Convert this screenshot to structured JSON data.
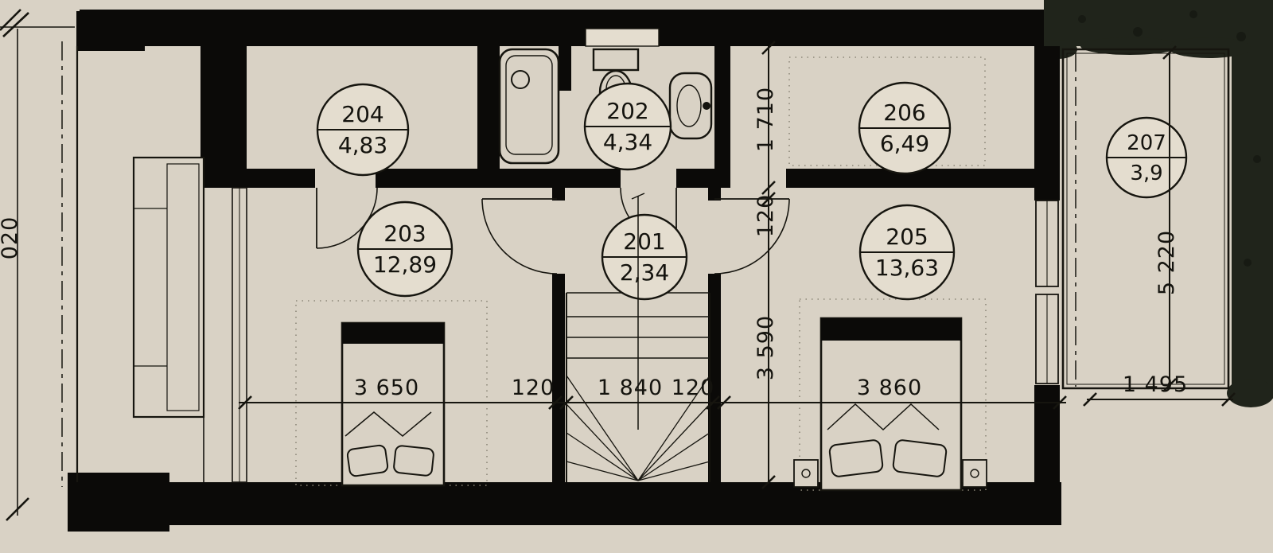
{
  "rooms": [
    {
      "number": "204",
      "area": "4,83"
    },
    {
      "number": "202",
      "area": "4,34"
    },
    {
      "number": "206",
      "area": "6,49"
    },
    {
      "number": "207",
      "area": "3,9"
    },
    {
      "number": "203",
      "area": "12,89"
    },
    {
      "number": "201",
      "area": "2,34"
    },
    {
      "number": "205",
      "area": "13,63"
    }
  ],
  "dimensions": {
    "bottom": [
      "3 650",
      "120",
      "1 840",
      "120",
      "3 860"
    ],
    "bottom_right": "1 495",
    "vertical": [
      "1 710",
      "120",
      "3 590"
    ],
    "vertical_right": "5 220",
    "left_edge_partial": "020"
  },
  "colors": {
    "paper": "#d9d2c5",
    "ink": "#16150f",
    "wall": "#0b0a08",
    "dark_backdrop": "#20241b"
  }
}
